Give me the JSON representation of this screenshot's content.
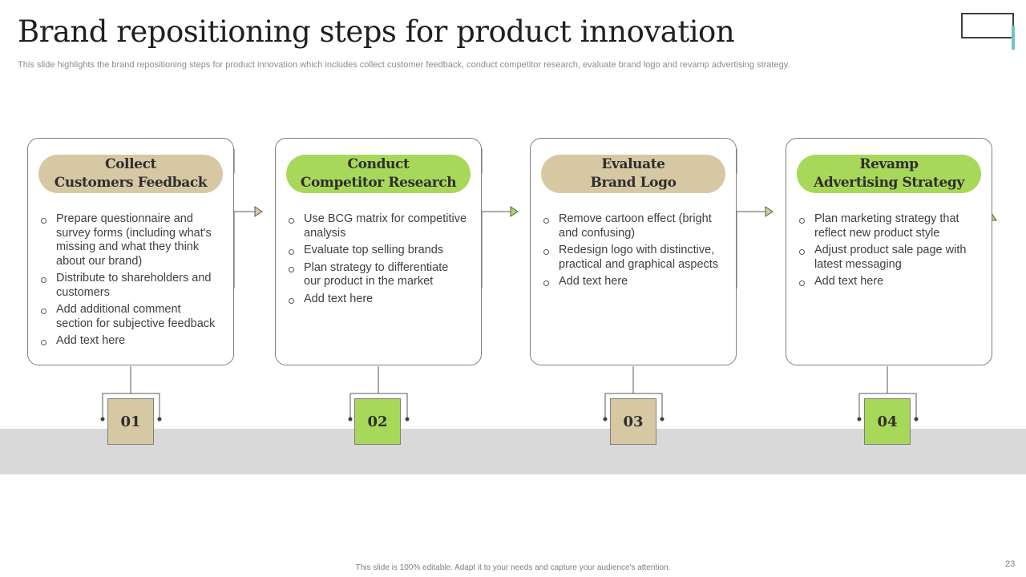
{
  "slide": {
    "title": "Brand repositioning steps for product innovation",
    "subtitle": "This slide highlights the brand repositioning steps for product innovation which includes collect customer feedback, conduct competitor research, evaluate brand logo and revamp advertising strategy.",
    "footer": "This slide is 100% editable.  Adapt it to your needs and capture your audience's attention.",
    "page_number": "23"
  },
  "colors": {
    "tan": "#d7c8a4",
    "green": "#a8d85a",
    "band": "#d9d9d9",
    "accent": "#70c5c5"
  },
  "steps": [
    {
      "title_lines": [
        "Collect",
        "Customers Feedback"
      ],
      "number": "01",
      "bullets": [
        "Prepare questionnaire and survey forms (including what's missing and what they think about our brand)",
        "Distribute to shareholders and customers",
        "Add additional comment section for subjective feedback",
        "Add text here"
      ]
    },
    {
      "title_lines": [
        "Conduct",
        "Competitor Research"
      ],
      "number": "02",
      "bullets": [
        "Use BCG matrix for competitive analysis",
        "Evaluate top selling brands",
        "Plan strategy to differentiate our product in the market",
        "Add text here"
      ]
    },
    {
      "title_lines": [
        "Evaluate",
        "Brand Logo"
      ],
      "number": "03",
      "bullets": [
        "Remove cartoon effect (bright and confusing)",
        "Redesign logo with distinctive, practical and graphical aspects",
        "Add text here"
      ]
    },
    {
      "title_lines": [
        "Revamp",
        "Advertising Strategy"
      ],
      "number": "04",
      "bullets": [
        "Plan marketing strategy that reflect new product style",
        "Adjust product sale page with latest messaging",
        "Add text here"
      ]
    }
  ]
}
